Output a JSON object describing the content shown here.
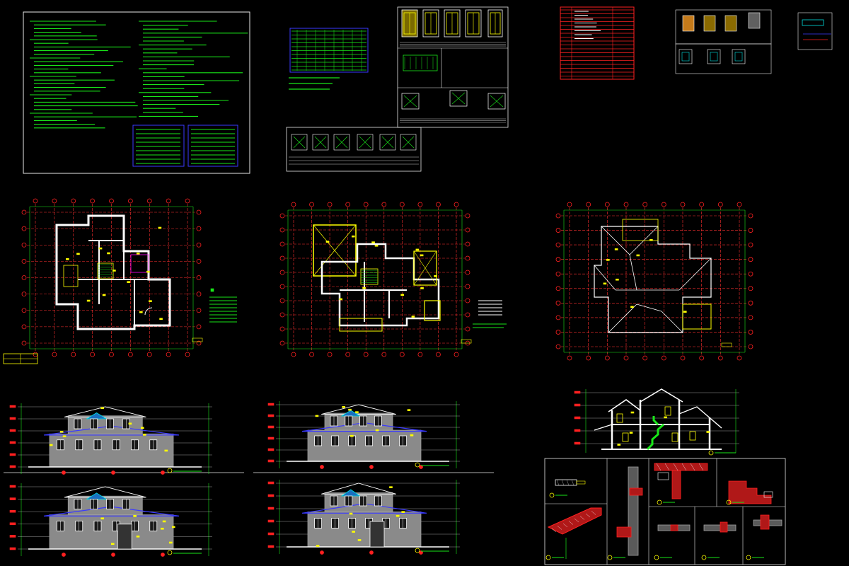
{
  "canvas": {
    "background": "#000000"
  },
  "colors": {
    "green": "#19e619",
    "yellow": "#ffff00",
    "red": "#ff2020",
    "blue": "#3a3aff",
    "white": "#ffffff",
    "cyan": "#00e0e0",
    "magenta": "#ff00ff",
    "grey": "#a0a0a0",
    "dashed_axis": "#ff3030",
    "frame": "#e8e8e8"
  },
  "sheets": [
    {
      "name": "design-notes-sheet",
      "kind": "text"
    },
    {
      "name": "door-schedule-sheet",
      "kind": "table"
    },
    {
      "name": "door-window-details-sheet",
      "kind": "details"
    },
    {
      "name": "window-schedule-sheet",
      "kind": "table"
    },
    {
      "name": "small-details-sheet",
      "kind": "details"
    },
    {
      "name": "first-floor-plan",
      "kind": "plan"
    },
    {
      "name": "second-floor-plan",
      "kind": "plan"
    },
    {
      "name": "roof-plan",
      "kind": "plan"
    },
    {
      "name": "south-elevation",
      "kind": "elevation"
    },
    {
      "name": "north-elevation",
      "kind": "elevation"
    },
    {
      "name": "east-elevation",
      "kind": "elevation"
    },
    {
      "name": "west-elevation",
      "kind": "elevation"
    },
    {
      "name": "section-1-1",
      "kind": "section"
    },
    {
      "name": "construction-details",
      "kind": "details"
    }
  ]
}
